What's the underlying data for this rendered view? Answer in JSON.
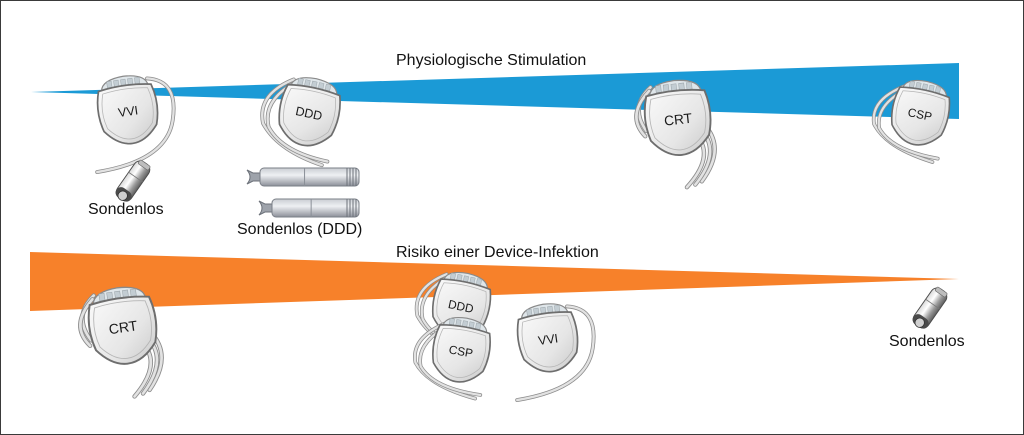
{
  "colors": {
    "stimulation_wedge": "#1b9ad6",
    "infection_wedge": "#f7812a",
    "device_body": "#ebebeb",
    "device_outline": "#8a8a8a",
    "lead": "#bfbfbf",
    "frame": "#3a3a3a"
  },
  "stimulation": {
    "title": "Physiologische Stimulation",
    "direction": "increasing left to right",
    "devices": [
      {
        "type": "pacemaker",
        "label": "VVI",
        "leads": 1
      },
      {
        "type": "pacemaker",
        "label": "DDD",
        "leads": 2
      },
      {
        "type": "pacemaker",
        "label": "CRT",
        "leads": 3
      },
      {
        "type": "pacemaker",
        "label": "CSP",
        "leads": 2
      }
    ],
    "leadless": [
      {
        "label": "Sondenlos",
        "count": 1
      },
      {
        "label": "Sondenlos (DDD)",
        "count": 2
      }
    ]
  },
  "infection": {
    "title": "Risiko einer Device-Infektion",
    "direction": "decreasing left to right",
    "devices": [
      {
        "type": "pacemaker",
        "label": "CRT",
        "leads": 3
      },
      {
        "type": "pacemaker",
        "label": "DDD",
        "leads": 2
      },
      {
        "type": "pacemaker",
        "label": "CSP",
        "leads": 2
      },
      {
        "type": "pacemaker",
        "label": "VVI",
        "leads": 1
      }
    ],
    "leadless": [
      {
        "label": "Sondenlos",
        "count": 1
      }
    ]
  }
}
